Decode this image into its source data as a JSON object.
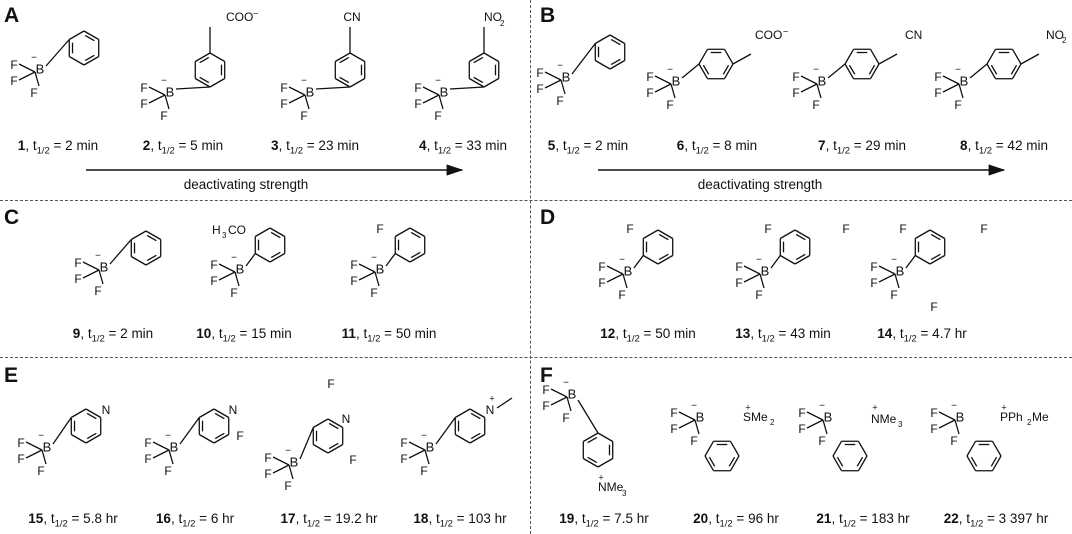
{
  "panels": {
    "A": "A",
    "B": "B",
    "C": "C",
    "D": "D",
    "E": "E",
    "F": "F"
  },
  "arrow_label": "deactivating strength",
  "compounds": [
    {
      "num": "1",
      "t": "2 min",
      "sub": ""
    },
    {
      "num": "2",
      "t": "5 min",
      "sub": "COO−"
    },
    {
      "num": "3",
      "t": "23 min",
      "sub": "CN"
    },
    {
      "num": "4",
      "t": "33 min",
      "sub": "NO2"
    },
    {
      "num": "5",
      "t": "2 min",
      "sub": ""
    },
    {
      "num": "6",
      "t": "8 min",
      "sub": "COO−"
    },
    {
      "num": "7",
      "t": "29 min",
      "sub": "CN"
    },
    {
      "num": "8",
      "t": "42 min",
      "sub": "NO2"
    },
    {
      "num": "9",
      "t": "2 min",
      "sub": ""
    },
    {
      "num": "10",
      "t": "15 min",
      "sub": "H3CO"
    },
    {
      "num": "11",
      "t": "50 min",
      "sub": "F"
    },
    {
      "num": "12",
      "t": "50 min",
      "sub": "F"
    },
    {
      "num": "13",
      "t": "43 min",
      "sub": "F"
    },
    {
      "num": "14",
      "t": "4.7 hr",
      "sub": "F"
    },
    {
      "num": "15",
      "t": "5.8 hr",
      "sub": "N"
    },
    {
      "num": "16",
      "t": "6 hr",
      "sub": "N"
    },
    {
      "num": "17",
      "t": "19.2 hr",
      "sub": "N"
    },
    {
      "num": "18",
      "t": "103 hr",
      "sub": "N+"
    },
    {
      "num": "19",
      "t": "7.5 hr",
      "sub": "NMe3"
    },
    {
      "num": "20",
      "t": "96 hr",
      "sub": "SMe2"
    },
    {
      "num": "21",
      "t": "183 hr",
      "sub": "NMe3"
    },
    {
      "num": "22",
      "t": "3 397 hr",
      "sub": "PPh2Me"
    }
  ],
  "halflife_label": "t",
  "halflife_sub": "1/2",
  "atoms": {
    "F": "F",
    "B": "B",
    "N": "N",
    "CN": "CN",
    "O": "O",
    "COO": "COO",
    "NO2_N": "NO",
    "two": "2",
    "minus": "−",
    "plus": "+",
    "H3CO_H": "H",
    "H3CO_rest": "CO",
    "three": "3",
    "SMe": "SMe",
    "NMe": "NMe",
    "PPh": "PPh",
    "Me": "Me"
  }
}
